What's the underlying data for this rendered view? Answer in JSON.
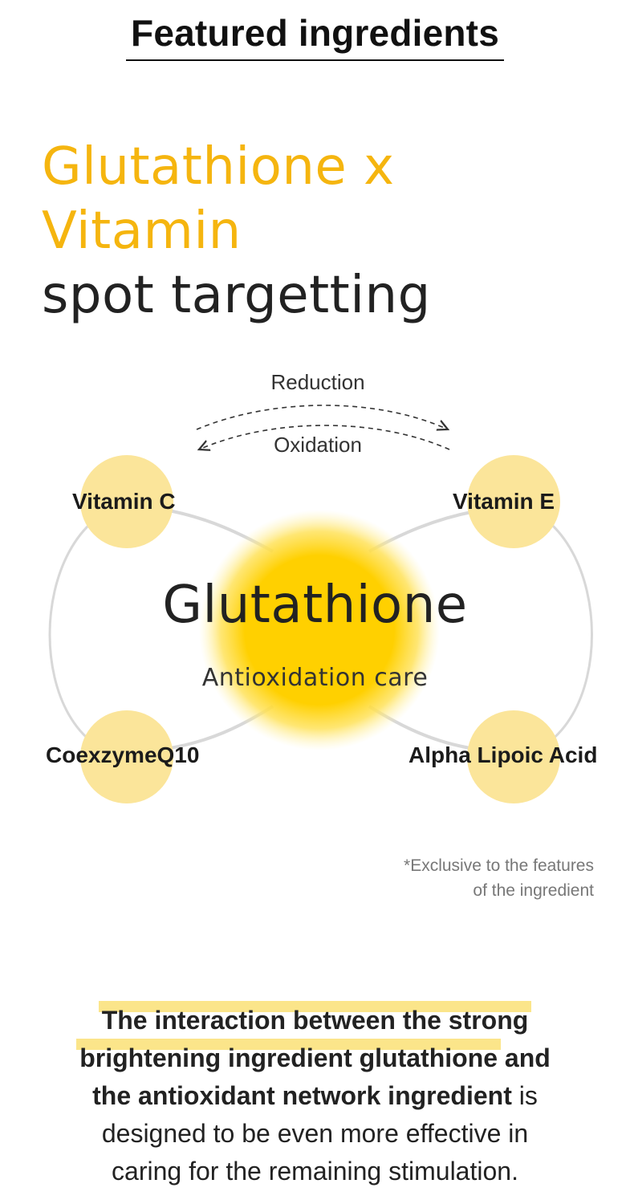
{
  "section_title": "Featured ingredients",
  "headline": {
    "line1": "Glutathione x",
    "line2": "Vitamin",
    "line3": "spot targetting"
  },
  "diagram": {
    "arrow_top": "Reduction",
    "arrow_bottom": "Oxidation",
    "center_title": "Glutathione",
    "center_subtitle": "Antioxidation care",
    "nodes": {
      "top_left": "Vitamin C",
      "top_right": "Vitamin E",
      "bottom_left": "CoexzymeQ10",
      "bottom_right": "Alpha Lipoic Acid"
    }
  },
  "footnote": {
    "line1": "*Exclusive to the features",
    "line2": "of the ingredient"
  },
  "body": {
    "l1": "The interaction between the strong",
    "l2a": "brightening ingredient glutathione",
    "l2b": " and",
    "l3a": "the antioxidant network ingredient",
    "l3b": " is",
    "l4": "designed to be even more effective in",
    "l5": "caring for the remaining stimulation."
  },
  "colors": {
    "accent": "#f5b50f",
    "glow": "#ffd000",
    "node": "#fbe59a",
    "highlight": "#fbe58a"
  }
}
